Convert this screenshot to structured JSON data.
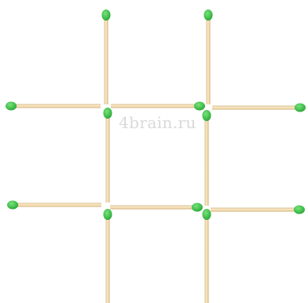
{
  "puzzle": {
    "watermark": "4brain.ru",
    "colors": {
      "background": "#ffffff",
      "stick_light": "#f7e6c4",
      "stick_dark": "#d9b98a",
      "head": "#44c24e",
      "head_dark": "#2f9e3a",
      "watermark": "#d9d9d9"
    },
    "matches": [
      {
        "id": "top-left-vertical",
        "orientation": "vertical",
        "head": "top"
      },
      {
        "id": "top-right-vertical",
        "orientation": "vertical",
        "head": "top"
      },
      {
        "id": "upper-left-horizontal",
        "orientation": "horizontal",
        "head": "left"
      },
      {
        "id": "upper-middle-horizontal",
        "orientation": "horizontal",
        "head": "right"
      },
      {
        "id": "upper-right-horizontal",
        "orientation": "horizontal",
        "head": "right"
      },
      {
        "id": "middle-left-vertical",
        "orientation": "vertical",
        "head": "top"
      },
      {
        "id": "middle-right-vertical",
        "orientation": "vertical",
        "head": "top"
      },
      {
        "id": "lower-left-horizontal",
        "orientation": "horizontal",
        "head": "left"
      },
      {
        "id": "lower-middle-horizontal",
        "orientation": "horizontal",
        "head": "right"
      },
      {
        "id": "lower-right-horizontal",
        "orientation": "horizontal",
        "head": "right"
      },
      {
        "id": "bottom-left-vertical",
        "orientation": "vertical",
        "head": "top"
      },
      {
        "id": "bottom-right-vertical",
        "orientation": "vertical",
        "head": "top"
      }
    ]
  }
}
